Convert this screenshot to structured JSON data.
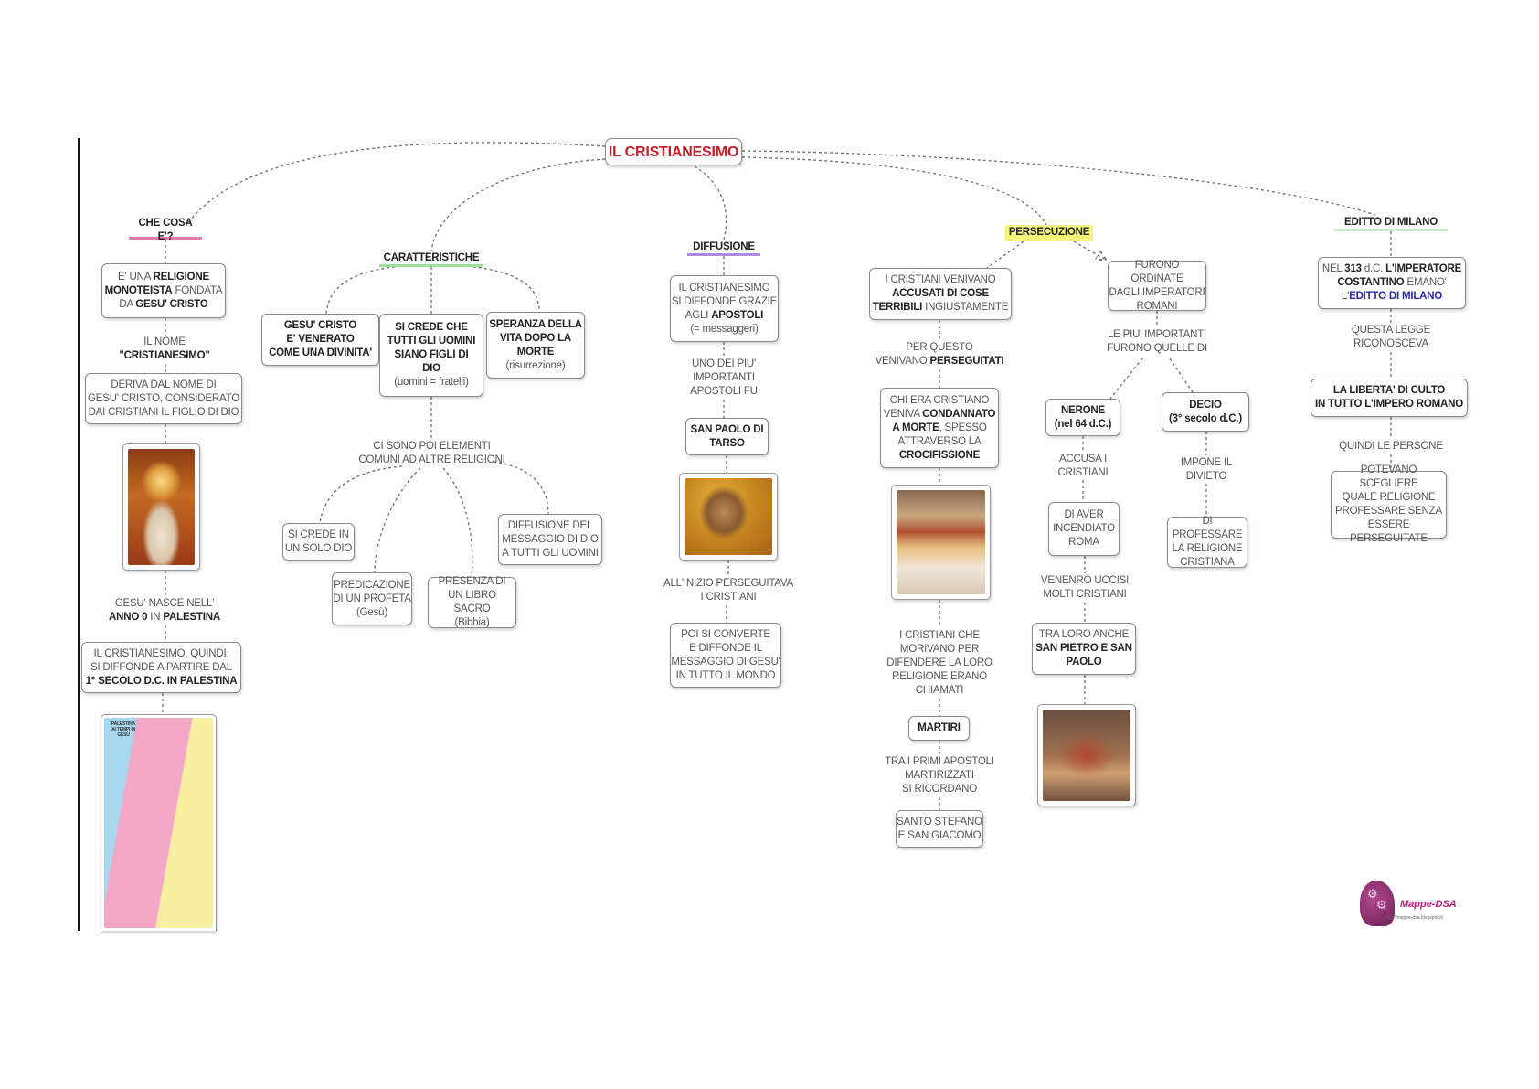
{
  "colors": {
    "title": "#c4202c",
    "che_underline": "#e87ab0",
    "car_underline": "#9be39b",
    "diff_underline": "#a98be0",
    "pers_highlight": "#f2f57a",
    "editto_underline": "#c8f0c8",
    "editto_blue": "#2a2aa8",
    "logo": "#c0197a"
  },
  "nodes": [
    {
      "id": "title",
      "kind": "title",
      "lines": [
        [
          {
            "t": "IL CRISTIANESIMO"
          }
        ]
      ]
    },
    {
      "id": "h-che",
      "kind": "heading",
      "accent": "#e87ab0",
      "lines": [
        [
          {
            "t": "CHE COSA E'?"
          }
        ]
      ]
    },
    {
      "id": "b1",
      "kind": "box",
      "lines": [
        [
          {
            "t": "E' UNA "
          },
          {
            "t": "RELIGIONE",
            "b": 1
          }
        ],
        [
          {
            "t": "MONOTEISTA",
            "b": 1
          },
          {
            "t": " FONDATA"
          }
        ],
        [
          {
            "t": "DA "
          },
          {
            "t": "GESU' CRISTO",
            "b": 1
          }
        ]
      ]
    },
    {
      "id": "l-nome",
      "kind": "label",
      "lines": [
        [
          {
            "t": "IL NOME"
          }
        ],
        [
          {
            "t": "\"CRISTIANESIMO\"",
            "b": 1
          }
        ]
      ]
    },
    {
      "id": "b2",
      "kind": "box",
      "lines": [
        [
          {
            "t": "DERIVA DAL NOME DI"
          }
        ],
        [
          {
            "t": "GESU' CRISTO, CONSIDERATO"
          }
        ],
        [
          {
            "t": "DAI CRISTIANI IL FIGLIO DI DIO"
          }
        ]
      ]
    },
    {
      "id": "l-nasce",
      "kind": "label",
      "lines": [
        [
          {
            "t": "GESU' NASCE NELL'"
          }
        ],
        [
          {
            "t": "ANNO 0",
            "b": 1
          },
          {
            "t": " IN "
          },
          {
            "t": "PALESTINA",
            "b": 1
          }
        ]
      ]
    },
    {
      "id": "b3",
      "kind": "box",
      "lines": [
        [
          {
            "t": "IL CRISTIANESIMO, QUINDI,"
          }
        ],
        [
          {
            "t": "SI DIFFONDE A PARTIRE DAL"
          }
        ],
        [
          {
            "t": "1° SECOLO D.C. IN PALESTINA",
            "b": 1
          }
        ]
      ]
    },
    {
      "id": "h-car",
      "kind": "heading",
      "accent": "#9be39b",
      "lines": [
        [
          {
            "t": "CARATTERISTICHE"
          }
        ]
      ]
    },
    {
      "id": "b-gesu",
      "kind": "box",
      "lines": [
        [
          {
            "t": "GESU' CRISTO",
            "b": 1
          }
        ],
        [
          {
            "t": "E' VENERATO",
            "b": 1
          }
        ],
        [
          {
            "t": "COME UNA DIVINITA'",
            "b": 1
          }
        ]
      ]
    },
    {
      "id": "b-sicrede",
      "kind": "box",
      "lines": [
        [
          {
            "t": "SI CREDE CHE",
            "b": 1
          }
        ],
        [
          {
            "t": "TUTTI GLI UOMINI",
            "b": 1
          }
        ],
        [
          {
            "t": "SIANO FIGLI DI",
            "b": 1
          }
        ],
        [
          {
            "t": "DIO",
            "b": 1
          }
        ],
        [
          {
            "t": "(uomini = fratelli)"
          }
        ]
      ]
    },
    {
      "id": "b-speranza",
      "kind": "box",
      "lines": [
        [
          {
            "t": "SPERANZA DELLA",
            "b": 1
          }
        ],
        [
          {
            "t": "VITA DOPO LA",
            "b": 1
          }
        ],
        [
          {
            "t": "MORTE",
            "b": 1
          }
        ],
        [
          {
            "t": "(risurrezione)"
          }
        ]
      ]
    },
    {
      "id": "l-cisono",
      "kind": "label",
      "lines": [
        [
          {
            "t": "CI SONO POI ELEMENTI"
          }
        ],
        [
          {
            "t": "COMUNI AD ALTRE RELIGIONI"
          }
        ]
      ]
    },
    {
      "id": "b-solo",
      "kind": "box",
      "lines": [
        [
          {
            "t": "SI CREDE IN"
          }
        ],
        [
          {
            "t": "UN SOLO DIO"
          }
        ]
      ]
    },
    {
      "id": "b-pred",
      "kind": "box",
      "lines": [
        [
          {
            "t": "PREDICAZIONE"
          }
        ],
        [
          {
            "t": "DI UN PROFETA"
          }
        ],
        [
          {
            "t": "(Gesù)"
          }
        ]
      ]
    },
    {
      "id": "b-libro",
      "kind": "box",
      "lines": [
        [
          {
            "t": "PRESENZA DI"
          }
        ],
        [
          {
            "t": "UN LIBRO SACRO"
          }
        ],
        [
          {
            "t": "(Bibbia)"
          }
        ]
      ]
    },
    {
      "id": "b-diffmsg",
      "kind": "box",
      "lines": [
        [
          {
            "t": "DIFFUSIONE DEL"
          }
        ],
        [
          {
            "t": "MESSAGGIO DI DIO"
          }
        ],
        [
          {
            "t": "A TUTTI GLI UOMINI"
          }
        ]
      ]
    },
    {
      "id": "h-diff",
      "kind": "heading",
      "accent": "#a98be0",
      "lines": [
        [
          {
            "t": "DIFFUSIONE"
          }
        ]
      ]
    },
    {
      "id": "b-apostoli",
      "kind": "box",
      "lines": [
        [
          {
            "t": "IL CRISTIANESIMO"
          }
        ],
        [
          {
            "t": "SI DIFFONDE GRAZIE"
          }
        ],
        [
          {
            "t": "AGLI "
          },
          {
            "t": "APOSTOLI",
            "b": 1
          }
        ],
        [
          {
            "t": "(= messaggeri)"
          }
        ]
      ]
    },
    {
      "id": "l-uno",
      "kind": "label",
      "lines": [
        [
          {
            "t": "UNO DEI PIU'"
          }
        ],
        [
          {
            "t": "IMPORTANTI"
          }
        ],
        [
          {
            "t": "APOSTOLI FU"
          }
        ]
      ]
    },
    {
      "id": "b-paolo",
      "kind": "box",
      "lines": [
        [
          {
            "t": "SAN PAOLO DI",
            "b": 1
          }
        ],
        [
          {
            "t": "TARSO",
            "b": 1
          }
        ]
      ]
    },
    {
      "id": "l-inizio",
      "kind": "label",
      "lines": [
        [
          {
            "t": "ALL'INIZIO PERSEGUITAVA"
          }
        ],
        [
          {
            "t": "I CRISTIANI"
          }
        ]
      ]
    },
    {
      "id": "b-converte",
      "kind": "box",
      "lines": [
        [
          {
            "t": "POI SI CONVERTE"
          }
        ],
        [
          {
            "t": "E DIFFONDE IL"
          }
        ],
        [
          {
            "t": "MESSAGGIO DI GESU'"
          }
        ],
        [
          {
            "t": "IN TUTTO IL MONDO"
          }
        ]
      ]
    },
    {
      "id": "h-pers",
      "kind": "heading",
      "accent": "#f2f57a",
      "lines": [
        [
          {
            "t": "PERSECUZIONE"
          }
        ]
      ]
    },
    {
      "id": "b-accusati",
      "kind": "box",
      "lines": [
        [
          {
            "t": "I CRISTIANI VENIVANO"
          }
        ],
        [
          {
            "t": "ACCUSATI DI COSE",
            "b": 1
          }
        ],
        [
          {
            "t": "TERRIBILI",
            "b": 1
          },
          {
            "t": " INGIUSTAMENTE"
          }
        ]
      ]
    },
    {
      "id": "l-perquesto",
      "kind": "label",
      "lines": [
        [
          {
            "t": "PER QUESTO"
          }
        ],
        [
          {
            "t": "VENIVANO "
          },
          {
            "t": "PERSEGUITATI",
            "b": 1
          }
        ]
      ]
    },
    {
      "id": "b-chiera",
      "kind": "box",
      "lines": [
        [
          {
            "t": "CHI ERA CRISTIANO"
          }
        ],
        [
          {
            "t": "VENIVA "
          },
          {
            "t": "CONDANNATO",
            "b": 1
          }
        ],
        [
          {
            "t": "A MORTE",
            "b": 1
          },
          {
            "t": ", SPESSO"
          }
        ],
        [
          {
            "t": "ATTRAVERSO LA"
          }
        ],
        [
          {
            "t": "CROCIFISSIONE",
            "b": 1
          }
        ]
      ]
    },
    {
      "id": "l-morivano",
      "kind": "label",
      "lines": [
        [
          {
            "t": "I CRISTIANI CHE"
          }
        ],
        [
          {
            "t": "MORIVANO PER"
          }
        ],
        [
          {
            "t": "DIFENDERE LA LORO"
          }
        ],
        [
          {
            "t": "RELIGIONE ERANO"
          }
        ],
        [
          {
            "t": "CHIAMATI"
          }
        ]
      ]
    },
    {
      "id": "b-martiri",
      "kind": "box",
      "lines": [
        [
          {
            "t": "MARTIRI",
            "b": 1
          }
        ]
      ]
    },
    {
      "id": "l-primi",
      "kind": "label",
      "lines": [
        [
          {
            "t": "TRA I PRIMI APOSTOLI"
          }
        ],
        [
          {
            "t": "MARTIRIZZATI"
          }
        ],
        [
          {
            "t": "SI RICORDANO"
          }
        ]
      ]
    },
    {
      "id": "b-stefano",
      "kind": "box",
      "lines": [
        [
          {
            "t": "SANTO STEFANO"
          }
        ],
        [
          {
            "t": "E SAN GIACOMO"
          }
        ]
      ]
    },
    {
      "id": "b-ordinate",
      "kind": "box",
      "lines": [
        [
          {
            "t": "FURONO ORDINATE"
          }
        ],
        [
          {
            "t": "DAGLI IMPERATORI"
          }
        ],
        [
          {
            "t": "ROMANI"
          }
        ]
      ]
    },
    {
      "id": "l-importanti",
      "kind": "label",
      "lines": [
        [
          {
            "t": "LE PIU' IMPORTANTI"
          }
        ],
        [
          {
            "t": "FURONO QUELLE DI"
          }
        ]
      ]
    },
    {
      "id": "b-nerone",
      "kind": "box",
      "lines": [
        [
          {
            "t": "NERONE",
            "b": 1
          }
        ],
        [
          {
            "t": "(nel 64 d.C.)",
            "b": 1
          }
        ]
      ]
    },
    {
      "id": "b-decio",
      "kind": "box",
      "lines": [
        [
          {
            "t": "DECIO",
            "b": 1
          }
        ],
        [
          {
            "t": "(3° secolo d.C.)",
            "b": 1
          }
        ]
      ]
    },
    {
      "id": "l-accusa",
      "kind": "label",
      "lines": [
        [
          {
            "t": "ACCUSA I"
          }
        ],
        [
          {
            "t": "CRISTIANI"
          }
        ]
      ]
    },
    {
      "id": "b-incendiato",
      "kind": "box",
      "lines": [
        [
          {
            "t": "DI AVER"
          }
        ],
        [
          {
            "t": "INCENDIATO"
          }
        ],
        [
          {
            "t": "ROMA"
          }
        ]
      ]
    },
    {
      "id": "l-vennero",
      "kind": "label",
      "lines": [
        [
          {
            "t": "VENENRO UCCISI"
          }
        ],
        [
          {
            "t": "MOLTI CRISTIANI"
          }
        ]
      ]
    },
    {
      "id": "b-pietro",
      "kind": "box",
      "lines": [
        [
          {
            "t": "TRA LORO ANCHE"
          }
        ],
        [
          {
            "t": "SAN PIETRO E SAN",
            "b": 1
          }
        ],
        [
          {
            "t": "PAOLO",
            "b": 1
          }
        ]
      ]
    },
    {
      "id": "l-impone",
      "kind": "label",
      "lines": [
        [
          {
            "t": "IMPONE IL"
          }
        ],
        [
          {
            "t": "DIVIETO"
          }
        ]
      ]
    },
    {
      "id": "b-professare",
      "kind": "box",
      "lines": [
        [
          {
            "t": "DI PROFESSARE"
          }
        ],
        [
          {
            "t": "LA RELIGIONE"
          }
        ],
        [
          {
            "t": "CRISTIANA"
          }
        ]
      ]
    },
    {
      "id": "h-editto",
      "kind": "heading",
      "accent": "#c8f0c8",
      "lines": [
        [
          {
            "t": "EDITTO DI MILANO"
          }
        ]
      ]
    },
    {
      "id": "b-313",
      "kind": "box",
      "lines": [
        [
          {
            "t": "NEL "
          },
          {
            "t": "313",
            "b": 1
          },
          {
            "t": " d.C. "
          },
          {
            "t": "L'IMPERATORE",
            "b": 1
          }
        ],
        [
          {
            "t": "COSTANTINO",
            "b": 1
          },
          {
            "t": " EMANO'"
          }
        ],
        [
          {
            "t": "L'"
          },
          {
            "t": "EDITTO DI MILANO",
            "b": 2
          }
        ]
      ]
    },
    {
      "id": "l-legge",
      "kind": "label",
      "lines": [
        [
          {
            "t": "QUESTA LEGGE"
          }
        ],
        [
          {
            "t": "RICONOSCEVA"
          }
        ]
      ]
    },
    {
      "id": "b-liberta",
      "kind": "box",
      "lines": [
        [
          {
            "t": "LA LIBERTA' DI CULTO",
            "b": 1
          }
        ],
        [
          {
            "t": "IN TUTTO L'IMPERO ROMANO",
            "b": 1
          }
        ]
      ]
    },
    {
      "id": "l-quindi",
      "kind": "label",
      "lines": [
        [
          {
            "t": "QUINDI LE PERSONE"
          }
        ]
      ]
    },
    {
      "id": "b-potevano",
      "kind": "box",
      "lines": [
        [
          {
            "t": "POTEVANO SCEGLIERE"
          }
        ],
        [
          {
            "t": "QUALE RELIGIONE"
          }
        ],
        [
          {
            "t": "PROFESSARE SENZA"
          }
        ],
        [
          {
            "t": "ESSERE PERSEGUITATE"
          }
        ]
      ]
    }
  ],
  "images": {
    "map_caption": "PALESTINA AI TEMPI DI GESÙ"
  },
  "logo": {
    "name": "Mappe-DSA",
    "url": "http://mappe-dsa.blogspot.it/"
  }
}
